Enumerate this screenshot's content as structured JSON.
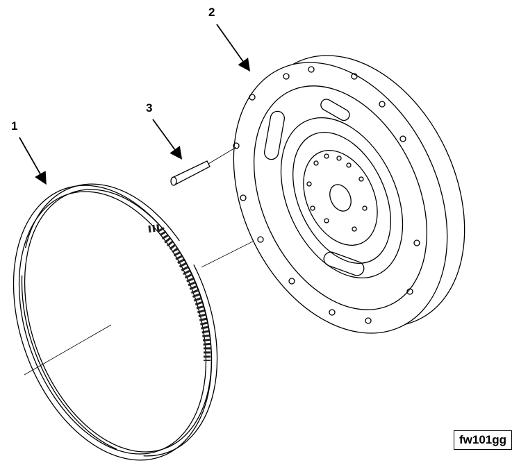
{
  "callouts": {
    "ring_gear": "1",
    "flywheel": "2",
    "capscrew": "3"
  },
  "figure_id": "fw101gg"
}
